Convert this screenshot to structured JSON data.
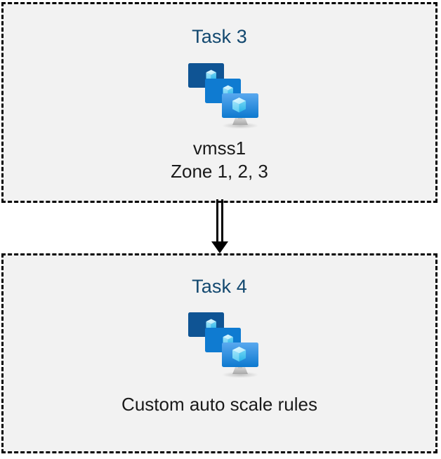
{
  "diagram": {
    "title": "Azure VMSS task flow",
    "background_color": "#ffffff",
    "panel_fill": "#f2f2f2",
    "panel_border_color": "#000000",
    "panel_border_style": "dashed",
    "heading_color": "#12486f",
    "label_color": "#1a1a1a",
    "connector_color": "#000000"
  },
  "nodes": [
    {
      "id": "task3",
      "heading": "Task 3",
      "icon": "vmss-icon",
      "icon_label": "virtual machine scale set",
      "labels": [
        "vmss1",
        "Zone 1, 2, 3"
      ]
    },
    {
      "id": "task4",
      "heading": "Task 4",
      "icon": "vmss-icon",
      "icon_label": "virtual machine scale set",
      "labels": [
        "Custom auto scale rules"
      ]
    }
  ],
  "connector": {
    "from": "task3",
    "to": "task4",
    "style": "double-line-arrow",
    "direction": "down"
  },
  "icon_colors": {
    "monitor_back": "#0f5494",
    "monitor_mid": "#0f7bd1",
    "monitor_front_top": "#53a5ed",
    "monitor_front_bottom": "#0f7bd1",
    "cube_light": "#c3f1fb",
    "cube_mid": "#77dcf7",
    "cube_dark": "#32bdee",
    "stand": "#b8b8b8"
  }
}
